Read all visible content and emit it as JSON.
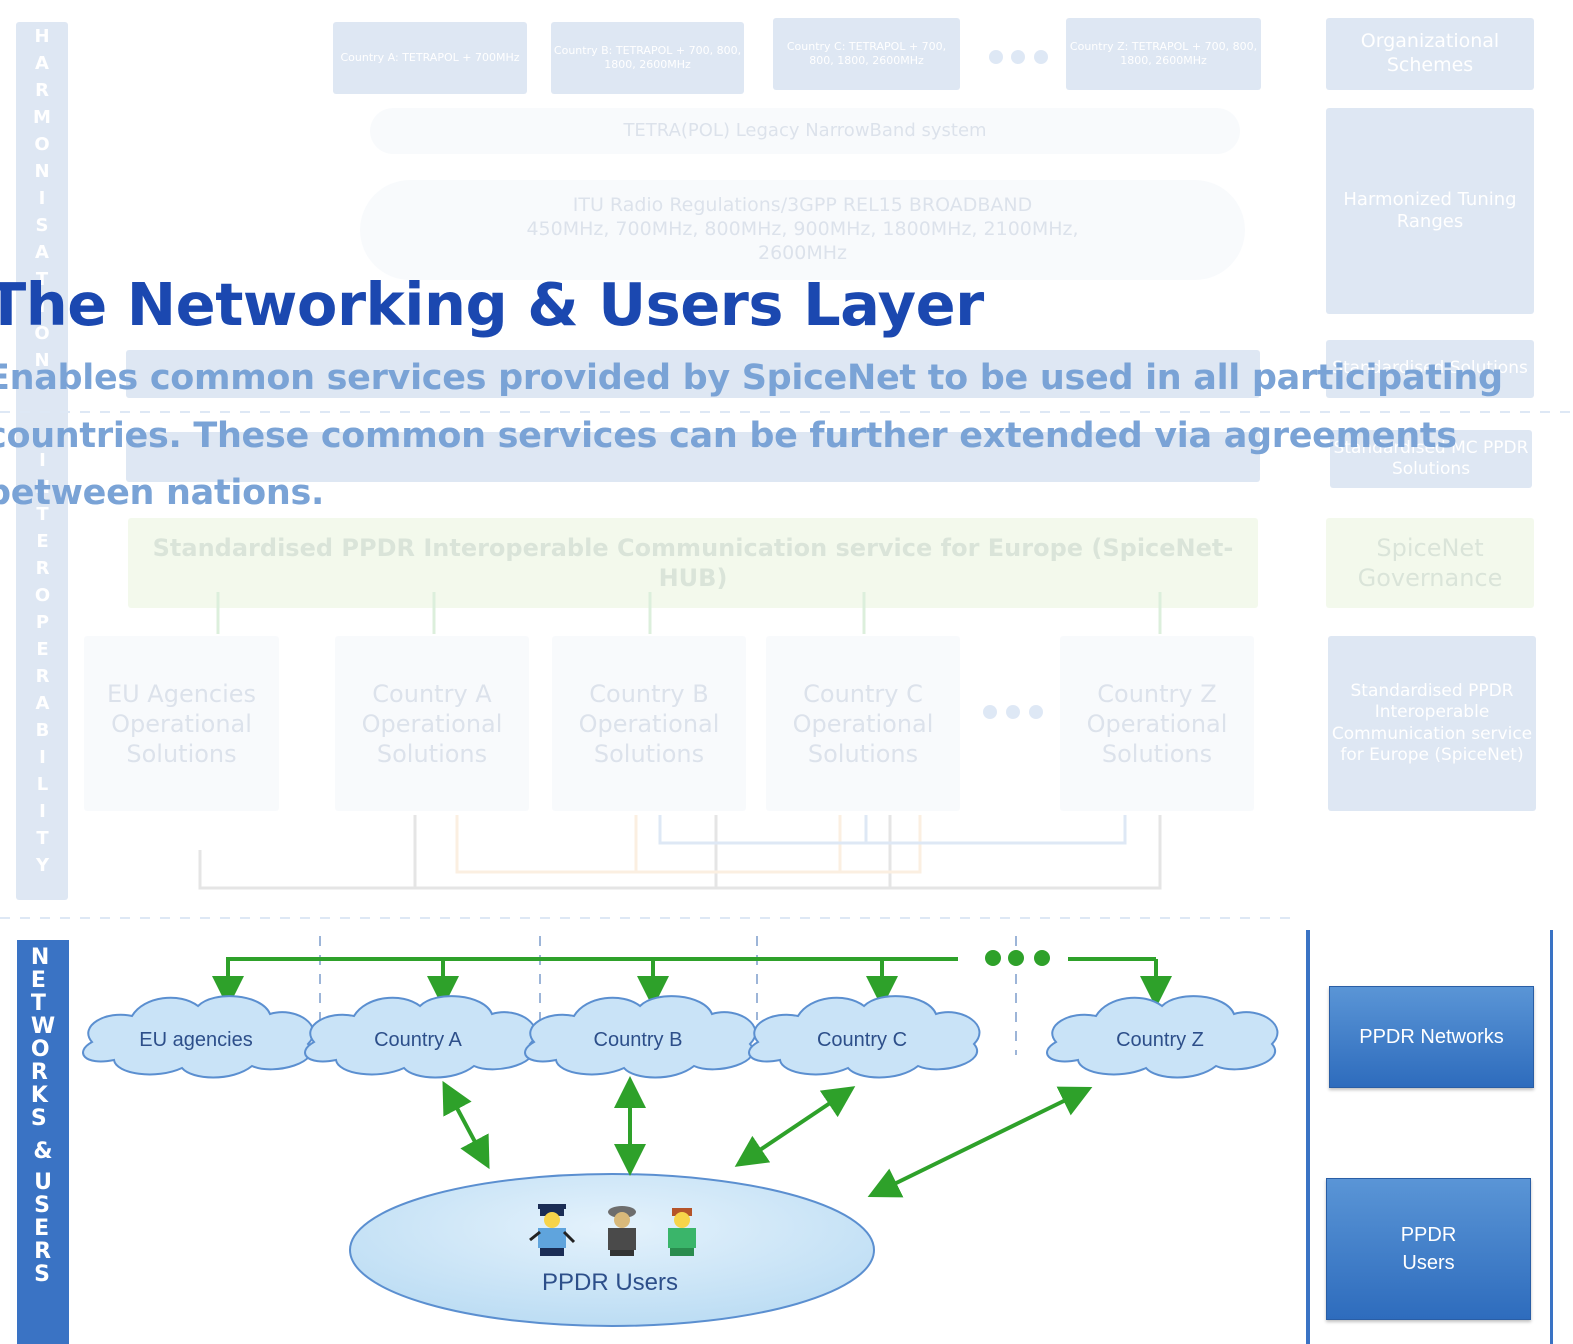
{
  "title": "The Networking & Users Layer",
  "subtitle_lines": [
    "Enables common services provided by SpiceNet to be used in all participating",
    "countries. These common services can be further extended via agreements",
    "between nations."
  ],
  "background": {
    "vertical_labels": [
      "HARMONISATION",
      "INTEROPERABILITY"
    ],
    "top_boxes": [
      "Country A: TETRAPOL + 700MHz",
      "Country B: TETRAPOL + 700, 800, 1800, 2600MHz",
      "Country C: TETRAPOL + 700, 800, 1800, 2600MHz",
      "Country Z: TETRAPOL + 700, 800, 1800, 2600MHz"
    ],
    "legacy_cloud": "TETRA(POL) Legacy NarrowBand system",
    "itu_cloud_line1": "ITU Radio Regulations/3GPP REL15 BROADBAND",
    "itu_cloud_line2": "450MHz, 700MHz, 800MHz, 900MHz, 1800MHz, 2100MHz,",
    "itu_cloud_line3": "2600MHz",
    "hub_label": "Standardised PPDR Interoperable Communication service for Europe (SpiceNet-HUB)",
    "op_boxes": [
      "EU Agencies Operational Solutions",
      "Country A Operational Solutions",
      "Country B Operational Solutions",
      "Country C Operational Solutions",
      "Country Z Operational Solutions"
    ],
    "right_column": [
      "Organizational Schemes",
      "Harmonized Tuning Ranges",
      "Standardised Solutions",
      "Standardised MC PPDR Solutions",
      "SpiceNet Governance",
      "Standardised PPDR Interoperable Communication service for Europe (SpiceNet)"
    ]
  },
  "lower": {
    "side_label_top": "NETWORKS",
    "side_label_amp": "&",
    "side_label_bottom": "USERS",
    "clouds": [
      "EU agencies",
      "Country A",
      "Country B",
      "Country C",
      "Country Z"
    ],
    "users_ellipse": "PPDR Users",
    "legend": [
      "PPDR Networks",
      "PPDR Users"
    ],
    "legend_users_lines": [
      "PPDR",
      "Users"
    ]
  },
  "colors": {
    "title": "#1b48b0",
    "subtitle": "#7aa3d6",
    "arrow_green": "#2ea12a",
    "cloud_fill": "#c9e3f7",
    "cloud_stroke": "#5b8fd0",
    "accent_blue": "#3a73c4"
  },
  "icons": [
    "police-officer-icon",
    "firefighter-icon",
    "paramedic-icon"
  ]
}
